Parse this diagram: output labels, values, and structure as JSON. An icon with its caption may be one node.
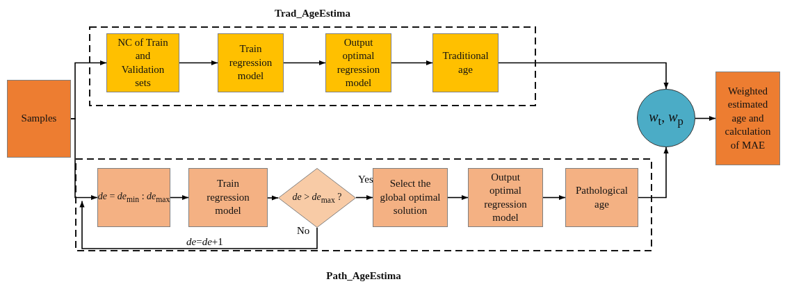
{
  "diagram": {
    "nodes": [
      {
        "text": [
          "Trad_AgeEstima"
        ]
      },
      {
        "text": [
          "NC of Train and Validation sets"
        ],
        "in": 0
      },
      {
        "text": [
          "Train regression model"
        ],
        "in": 0
      },
      {
        "text": [
          "Output optimal regression model"
        ],
        "in": 0
      },
      {
        "text": [
          "Traditional age"
        ],
        "in": 0
      },
      {
        "text": [
          "Path_AgeEstima"
        ]
      },
      {
        "text": [
          "*de* = *de*$_{min}$ : *de*$_{max}$"
        ],
        "in": 5
      },
      {
        "text": [
          "Train regression model"
        ],
        "in": 5
      },
      {
        "text": [
          "*de* > *de*$_{max}$ ?"
        ],
        "in": 5
      },
      {
        "text": [
          "Select the global optimal solution"
        ],
        "in": 5
      },
      {
        "text": [
          "Output optimal regression model"
        ],
        "in": 5
      },
      {
        "text": [
          "Pathological age"
        ],
        "in": 5
      },
      {
        "text": [
          "Samples"
        ]
      },
      {
        "text": [
          "*w*$_{t}$, *w*$_{p}$"
        ]
      },
      {
        "text": [
          "Weighted estimated age and calculation of MAE"
        ]
      }
    ],
    "edges": [
      {
        "from": 12,
        "to": 1,
        "arrow": "to"
      },
      {
        "from": 1,
        "to": 2,
        "arrow": "to"
      },
      {
        "from": 2,
        "to": 3,
        "arrow": "to"
      },
      {
        "from": 3,
        "to": 4,
        "arrow": "to"
      },
      {
        "from": 4,
        "to": 13,
        "arrow": "to"
      },
      {
        "from": 12,
        "to": 6,
        "arrow": "to"
      },
      {
        "from": 6,
        "to": 7,
        "arrow": "to"
      },
      {
        "from": 7,
        "to": 8,
        "arrow": "to"
      },
      {
        "from": 8,
        "to": 9,
        "arrow": "to",
        "label": "Yes"
      },
      {
        "from": 9,
        "to": 10,
        "arrow": "to"
      },
      {
        "from": 10,
        "to": 11,
        "arrow": "to"
      },
      {
        "from": 11,
        "to": 13,
        "arrow": "to"
      },
      {
        "from": 8,
        "to": 6,
        "arrow": "to",
        "label": "*de*=*de*+1"
      },
      {
        "from": 13,
        "to": 14,
        "arrow": "to"
      }
    ],
    "labels": [
      "No"
    ]
  }
}
